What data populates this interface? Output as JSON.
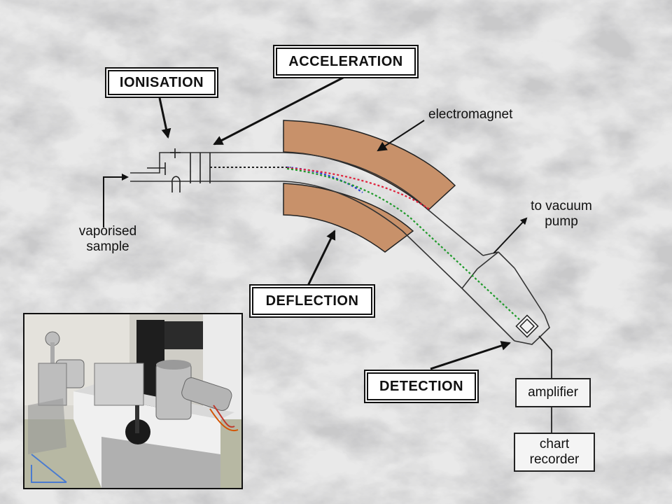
{
  "labels": {
    "ionisation": "IONISATION",
    "acceleration": "ACCELERATION",
    "deflection": "DEFLECTION",
    "detection": "DETECTION"
  },
  "annotations": {
    "electromagnet": "electromagnet",
    "vacuum_pump": "to vacuum\npump",
    "vaporised_sample": "vaporised\nsample"
  },
  "boxes": {
    "amplifier": "amplifier",
    "chart_recorder": "chart\nrecorder"
  },
  "colors": {
    "magnet": "#c8916a",
    "beam_red": "#e0203a",
    "beam_green": "#1f9a2a",
    "beam_blue": "#2a3ad8",
    "beam_black": "#222222"
  },
  "photo": {
    "description_icon": "mass-spectrometer-photo"
  }
}
